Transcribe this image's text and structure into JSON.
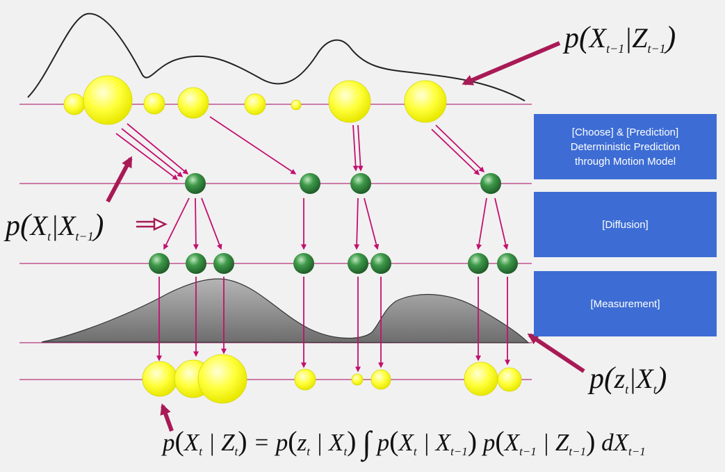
{
  "steps": {
    "prediction": [
      "[Choose] & [Prediction]",
      "Deterministic Prediction",
      "through Motion Model"
    ],
    "diffusion": "[Diffusion]",
    "measurement": "[Measurement]"
  },
  "formulas": {
    "prior": {
      "p": "p",
      "x": "X",
      "x_sub": "t−1",
      "z": "Z",
      "z_sub": "t−1"
    },
    "motion": {
      "p": "p",
      "x": "X",
      "x_sub": "t",
      "x2": "X",
      "x2_sub": "t−1"
    },
    "likelihood": {
      "p": "p",
      "z": "z",
      "z_sub": "t",
      "x": "X",
      "x_sub": "t"
    },
    "posterior": "p(X_t | Z_t) = p(z_t | X_t) ∫ p(X_t | X_{t−1}) p(X_{t−1} | Z_{t−1}) dX_{t−1}"
  },
  "colors": {
    "line": "#c0548f",
    "arrow": "#a01a52",
    "particle_yellow": "#ffff33",
    "particle_green": "#2e7d3a",
    "box": "#3d6dd4",
    "density_fill": "#9a9a9a"
  }
}
